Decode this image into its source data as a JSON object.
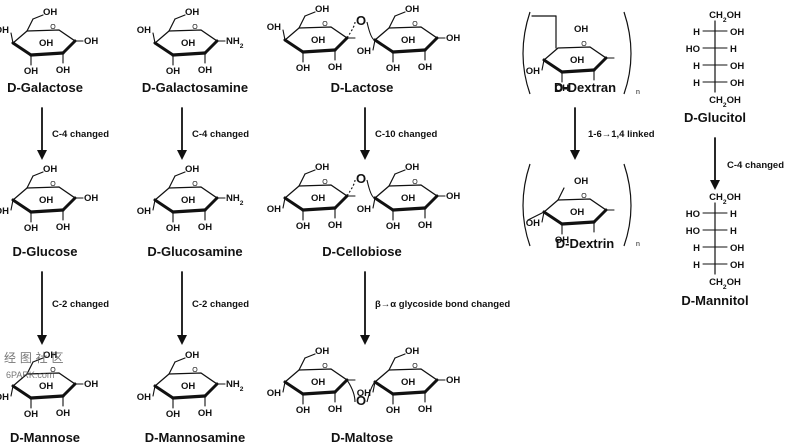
{
  "compounds": [
    {
      "key": "galactose",
      "name": "D-Galactose",
      "type": "ring",
      "groups": [
        "OH",
        "OH",
        "OH",
        "OH",
        "OH"
      ]
    },
    {
      "key": "galactosamine",
      "name": "D-Galactosamine",
      "type": "ring",
      "groups": [
        "OH",
        "OH",
        "OH",
        "OH",
        "NH2"
      ]
    },
    {
      "key": "lactose",
      "name": "D-Lactose",
      "type": "disaccharide",
      "groups": [
        "OH",
        "OH",
        "OH",
        "OH",
        "OH",
        "OH",
        "OH",
        "OH",
        "O"
      ]
    },
    {
      "key": "dextran",
      "name": "D-Dextran",
      "type": "polymer",
      "groups": [
        "OH",
        "OH",
        "OH"
      ],
      "subscript": "n"
    },
    {
      "key": "glucitol",
      "name": "D-Glucitol",
      "type": "fischer",
      "rows": [
        [
          "",
          "CH2OH",
          ""
        ],
        [
          "H",
          "",
          "OH"
        ],
        [
          "HO",
          "",
          "H"
        ],
        [
          "H",
          "",
          "OH"
        ],
        [
          "H",
          "",
          "OH"
        ],
        [
          "",
          "CH2OH",
          ""
        ]
      ]
    },
    {
      "key": "glucose",
      "name": "D-Glucose",
      "type": "ring",
      "groups": [
        "OH",
        "OH",
        "OH",
        "OH",
        "OH"
      ]
    },
    {
      "key": "glucosamine",
      "name": "D-Glucosamine",
      "type": "ring",
      "groups": [
        "OH",
        "OH",
        "OH",
        "OH",
        "NH2"
      ]
    },
    {
      "key": "cellobiose",
      "name": "D-Cellobiose",
      "type": "disaccharide",
      "groups": [
        "OH",
        "OH",
        "OH",
        "OH",
        "OH",
        "OH",
        "OH",
        "OH",
        "O"
      ]
    },
    {
      "key": "dextrin",
      "name": "D-Dextrin",
      "type": "polymer",
      "groups": [
        "OH",
        "OH",
        "OH"
      ],
      "subscript": "n"
    },
    {
      "key": "mannitol",
      "name": "D-Mannitol",
      "type": "fischer",
      "rows": [
        [
          "",
          "CH2OH",
          ""
        ],
        [
          "HO",
          "",
          "H"
        ],
        [
          "HO",
          "",
          "H"
        ],
        [
          "H",
          "",
          "OH"
        ],
        [
          "H",
          "",
          "OH"
        ],
        [
          "",
          "CH2OH",
          ""
        ]
      ]
    },
    {
      "key": "mannose",
      "name": "D-Mannose",
      "type": "ring",
      "groups": [
        "OH",
        "OH",
        "OH",
        "OH",
        "OH"
      ]
    },
    {
      "key": "mannosamine",
      "name": "D-Mannosamine",
      "type": "ring",
      "groups": [
        "OH",
        "OH",
        "OH",
        "OH",
        "NH2"
      ]
    },
    {
      "key": "maltose",
      "name": "D-Maltose",
      "type": "disaccharide",
      "groups": [
        "OH",
        "OH",
        "OH",
        "OH",
        "OH",
        "OH",
        "OH",
        "OH",
        "O"
      ]
    }
  ],
  "arrows": [
    {
      "key": "gal-glc",
      "label": "C-4 changed"
    },
    {
      "key": "galn-glcn",
      "label": "C-4 changed"
    },
    {
      "key": "lac-cel",
      "label": "C-10 changed"
    },
    {
      "key": "dextran-dextrin",
      "label": "1-6→1,4 linked"
    },
    {
      "key": "glucitol-mannitol",
      "label": "C-4 changed"
    },
    {
      "key": "glc-man",
      "label": "C-2 changed"
    },
    {
      "key": "glcn-mann",
      "label": "C-2 changed"
    },
    {
      "key": "cel-mal",
      "label": "β→α glycoside bond changed"
    }
  ],
  "watermark": {
    "line1": "经 图 社 区",
    "line2": "6PARK.com"
  }
}
